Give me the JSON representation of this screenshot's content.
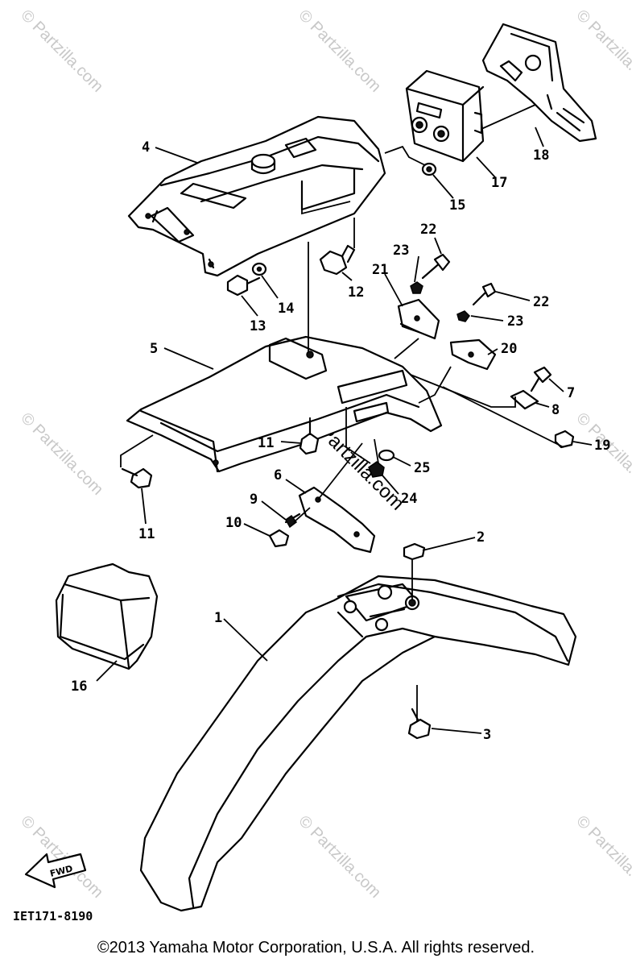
{
  "callouts": {
    "c1": "1",
    "c2": "2",
    "c3": "3",
    "c4": "4",
    "c5": "5",
    "c6": "6",
    "c7": "7",
    "c8": "8",
    "c9": "9",
    "c10": "10",
    "c11a": "11",
    "c11b": "11",
    "c12": "12",
    "c13": "13",
    "c14": "14",
    "c15": "15",
    "c16": "16",
    "c17": "17",
    "c18": "18",
    "c19": "19",
    "c20": "20",
    "c21": "21",
    "c22a": "22",
    "c22b": "22",
    "c23a": "23",
    "c23b": "23",
    "c24": "24",
    "c25": "25"
  },
  "watermark": {
    "text": "© Partzilla.com",
    "center_text": "© Partzilla.com"
  },
  "fwd_label": "FWD",
  "diagram_code": "IET171-8190",
  "copyright": "©2013 Yamaha Motor Corporation, U.S.A. All rights reserved."
}
